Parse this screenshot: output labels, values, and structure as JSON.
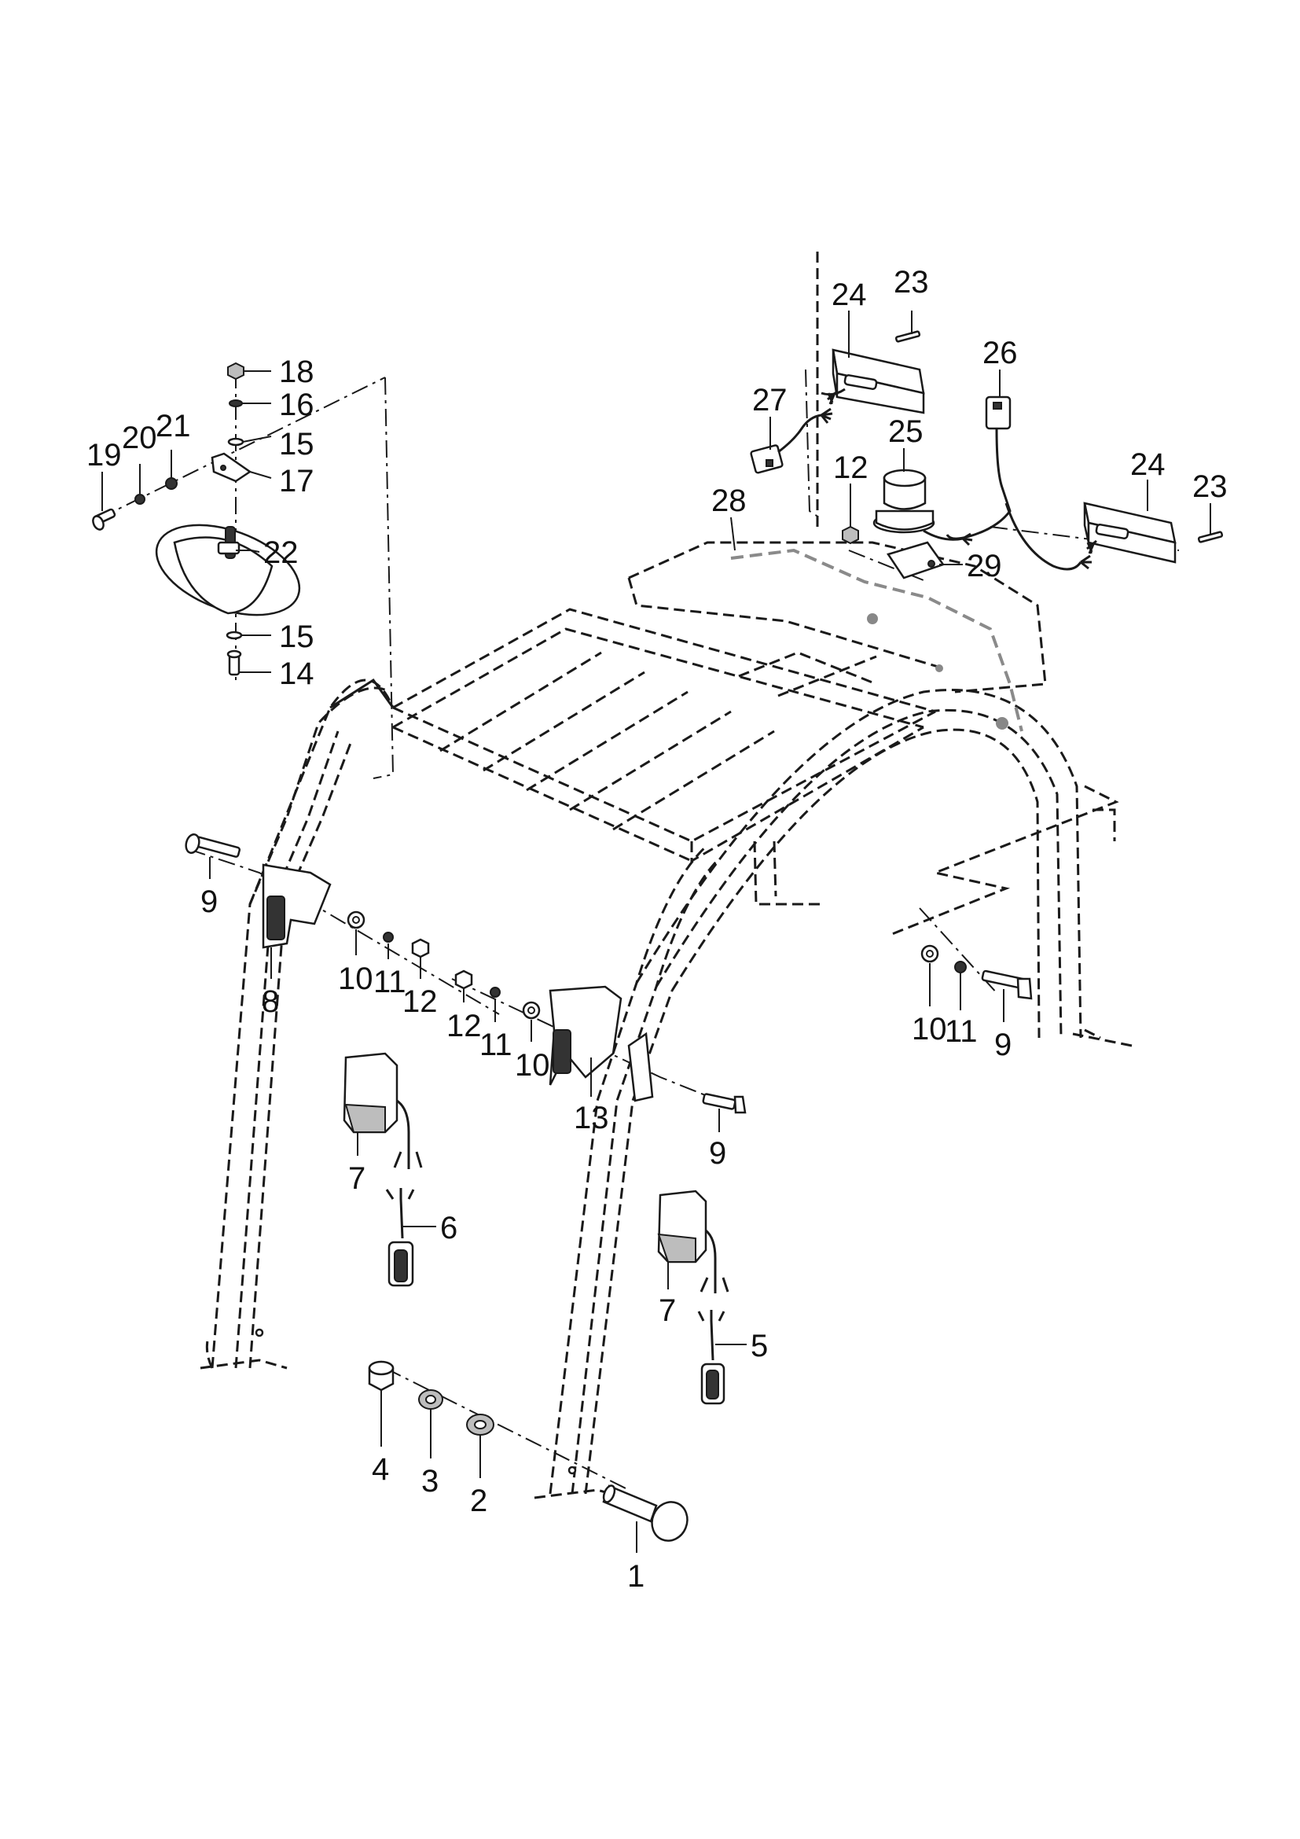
{
  "callouts": {
    "p1": "1",
    "p2": "2",
    "p3": "3",
    "p4": "4",
    "p5": "5",
    "p6": "6",
    "p7a": "7",
    "p7b": "7",
    "p8": "8",
    "p9a": "9",
    "p9b": "9",
    "p9c": "9",
    "p10a": "10",
    "p10b": "10",
    "p10c": "10",
    "p11a": "11",
    "p11b": "11",
    "p11c": "11",
    "p12a": "12",
    "p12b": "12",
    "p12c": "12",
    "p13": "13",
    "p14": "14",
    "p15a": "15",
    "p15b": "15",
    "p16": "16",
    "p17": "17",
    "p18": "18",
    "p19": "19",
    "p20": "20",
    "p21": "21",
    "p22": "22",
    "p23a": "23",
    "p23b": "23",
    "p24a": "24",
    "p24b": "24",
    "p25": "25",
    "p26": "26",
    "p27": "27",
    "p28": "28",
    "p29": "29"
  }
}
